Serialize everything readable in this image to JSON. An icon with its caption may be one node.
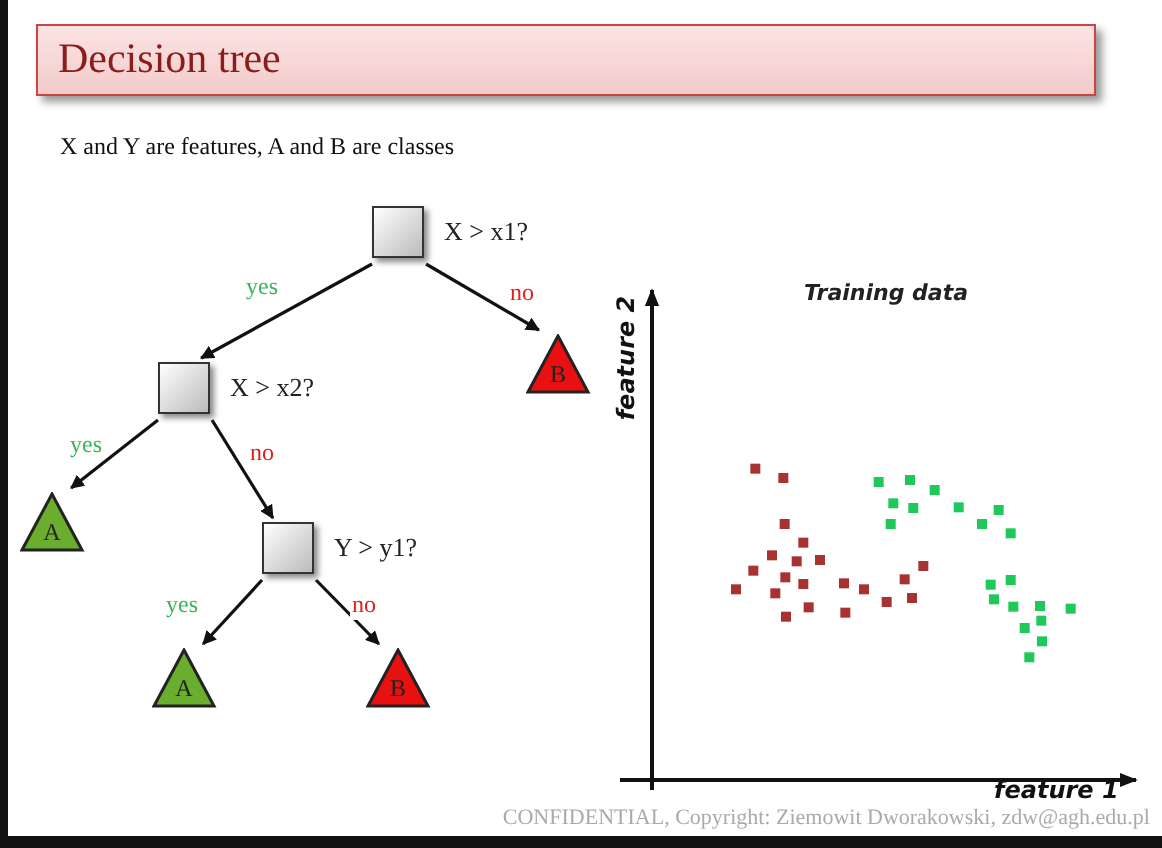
{
  "diagram": {
    "title": "Decision tree",
    "nodes": [
      {
        "text": [
          "X > x1?"
        ]
      },
      {
        "text": [
          "X > x2?"
        ]
      },
      {
        "text": [
          "B"
        ]
      },
      {
        "text": [
          "A"
        ]
      },
      {
        "text": [
          "Y > y1?"
        ]
      },
      {
        "text": [
          "A"
        ]
      },
      {
        "text": [
          "B"
        ]
      }
    ],
    "edges": [
      {
        "from": 0,
        "to": 1,
        "arrow": "to",
        "label": "yes"
      },
      {
        "from": 0,
        "to": 2,
        "arrow": "to",
        "label": "no"
      },
      {
        "from": 1,
        "to": 3,
        "arrow": "to",
        "label": "yes"
      },
      {
        "from": 1,
        "to": 4,
        "arrow": "to",
        "label": "no"
      },
      {
        "from": 4,
        "to": 5,
        "arrow": "to",
        "label": "yes"
      },
      {
        "from": 4,
        "to": 6,
        "arrow": "to",
        "label": "no"
      }
    ],
    "labels": [
      "X and Y are features, A and B are classes",
      "Training data",
      "feature 2",
      "feature 1",
      "CONFIDENTIAL, Copyright: Ziemowit Dworakowski, zdw@agh.edu.pl"
    ]
  }
}
